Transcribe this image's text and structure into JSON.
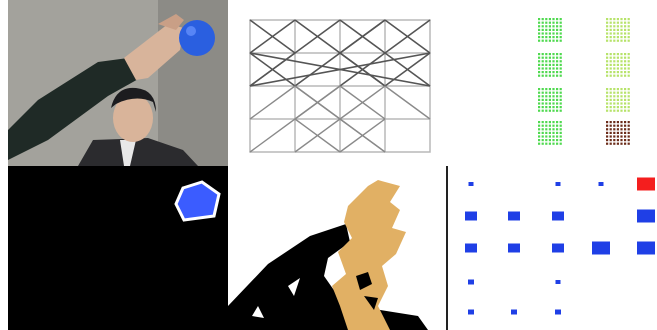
{
  "panels": {
    "camera": {
      "label": ""
    },
    "mesh": {
      "label": ""
    },
    "dots": {
      "label": ""
    },
    "mask": {
      "label": ""
    },
    "segmentation": {
      "label": ""
    },
    "grid": {
      "label": ""
    }
  },
  "colors": {
    "ball": "#2a5fe0",
    "mask_blob": "#3b5cff",
    "skin_region": "#e1b064",
    "dot_green": "#4fd94f",
    "dot_lightgreen": "#b7e36a",
    "dot_brown": "#6b2c1a",
    "cell_blue": "#1f3fe6",
    "cell_red": "#f41e1e"
  },
  "dot_blocks": [
    {
      "col": 0,
      "row": 0,
      "color": "green"
    },
    {
      "col": 0,
      "row": 1,
      "color": "green"
    },
    {
      "col": 0,
      "row": 2,
      "color": "green"
    },
    {
      "col": 0,
      "row": 3,
      "color": "green"
    },
    {
      "col": 1,
      "row": 0,
      "color": "lightgreen"
    },
    {
      "col": 1,
      "row": 1,
      "color": "lightgreen"
    },
    {
      "col": 1,
      "row": 2,
      "color": "lightgreen"
    },
    {
      "col": 1,
      "row": 3,
      "color": "brown"
    }
  ],
  "grid_cells": [
    {
      "col": 0,
      "row": 0,
      "size": "tiny",
      "color": "blue"
    },
    {
      "col": 2,
      "row": 0,
      "size": "tiny",
      "color": "blue"
    },
    {
      "col": 3,
      "row": 0,
      "size": "tiny",
      "color": "blue"
    },
    {
      "col": 4,
      "row": 0,
      "size": "large",
      "color": "red"
    },
    {
      "col": 0,
      "row": 1,
      "size": "medium",
      "color": "blue"
    },
    {
      "col": 1,
      "row": 1,
      "size": "medium",
      "color": "blue"
    },
    {
      "col": 2,
      "row": 1,
      "size": "medium",
      "color": "blue"
    },
    {
      "col": 4,
      "row": 1,
      "size": "large",
      "color": "blue"
    },
    {
      "col": 0,
      "row": 2,
      "size": "medium",
      "color": "blue"
    },
    {
      "col": 1,
      "row": 2,
      "size": "medium",
      "color": "blue"
    },
    {
      "col": 2,
      "row": 2,
      "size": "medium",
      "color": "blue"
    },
    {
      "col": 3,
      "row": 2,
      "size": "large",
      "color": "blue"
    },
    {
      "col": 4,
      "row": 2,
      "size": "large",
      "color": "blue"
    },
    {
      "col": 0,
      "row": 3,
      "size": "small",
      "color": "blue"
    },
    {
      "col": 2,
      "row": 3,
      "size": "tiny",
      "color": "blue"
    },
    {
      "col": 0,
      "row": 4,
      "size": "small",
      "color": "blue"
    },
    {
      "col": 1,
      "row": 4,
      "size": "small",
      "color": "blue"
    },
    {
      "col": 2,
      "row": 4,
      "size": "small",
      "color": "blue"
    }
  ]
}
